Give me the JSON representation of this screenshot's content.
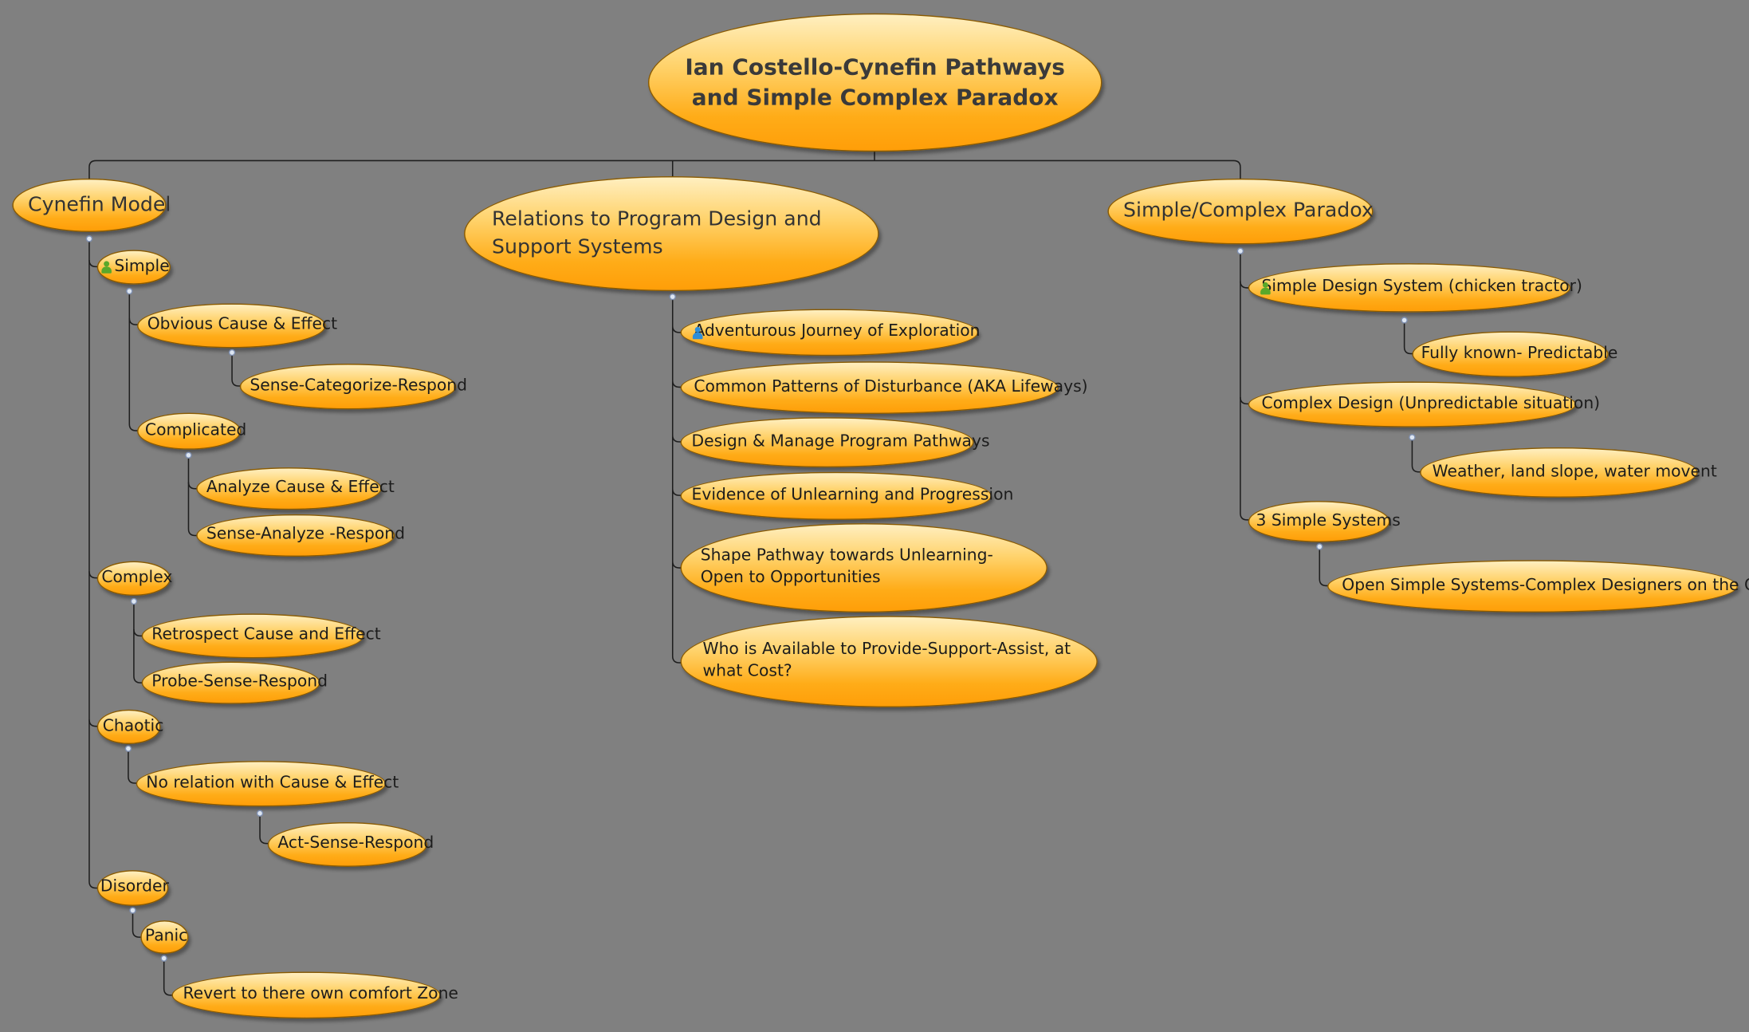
{
  "root": {
    "label": "Ian Costello-Cynefin Pathways and Simple Complex Paradox"
  },
  "branches": {
    "cynefin": {
      "label": "Cynefin Model",
      "simple": {
        "label": "Simple",
        "icon": "person-green-icon"
      },
      "obvious": {
        "label": "Obvious Cause & Effect"
      },
      "sense_categorize": {
        "label": "Sense-Categorize-Respond"
      },
      "complicated": {
        "label": "Complicated"
      },
      "analyze": {
        "label": "Analyze Cause & Effect"
      },
      "sense_analyze": {
        "label": "Sense-Analyze -Respond"
      },
      "complex": {
        "label": "Complex"
      },
      "retrospect": {
        "label": "Retrospect Cause and Effect"
      },
      "probe": {
        "label": "Probe-Sense-Respond"
      },
      "chaotic": {
        "label": "Chaotic"
      },
      "no_relation": {
        "label": "No relation with Cause & Effect"
      },
      "act_sense": {
        "label": "Act-Sense-Respond"
      },
      "disorder": {
        "label": "Disorder"
      },
      "panic": {
        "label": "Panic"
      },
      "revert": {
        "label": "Revert to there own comfort Zone"
      }
    },
    "relations": {
      "label": "Relations to Program Design and Support Systems",
      "adventurous": {
        "label": "Adventurous Journey of Exploration",
        "icon": "person-blue-icon"
      },
      "common": {
        "label": "Common Patterns of Disturbance (AKA Lifeways)"
      },
      "design_manage": {
        "label": "Design & Manage Program Pathways"
      },
      "evidence": {
        "label": "Evidence of Unlearning and Progression"
      },
      "shape": {
        "label": "Shape Pathway towards Unlearning- Open to Opportunities"
      },
      "who": {
        "label": "Who is Available to Provide-Support-Assist, at what Cost?"
      }
    },
    "paradox": {
      "label": "Simple/Complex Paradox",
      "simple_design": {
        "label": "Simple Design System (chicken tractor)",
        "icon": "person-green-icon"
      },
      "fully_known": {
        "label": "Fully known- Predictable"
      },
      "complex_design": {
        "label": "Complex Design (Unpredictable situation)"
      },
      "weather": {
        "label": "Weather, land slope, water movent"
      },
      "three_simple": {
        "label": "3 Simple Systems"
      },
      "open_simple": {
        "label": "Open Simple Systems-Complex Designers on the Go"
      }
    }
  },
  "colors": {
    "background": "#808080",
    "node_top": "#ffefc0",
    "node_bottom": "#ff9e08",
    "connector": "#1e1e1e"
  }
}
